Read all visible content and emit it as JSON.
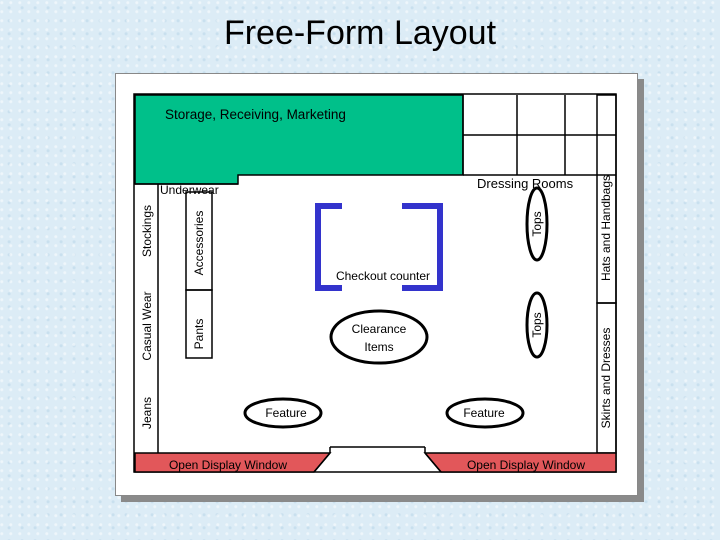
{
  "title": "Free-Form Layout",
  "colors": {
    "storage": "#00c08a",
    "display_window": "#e2575a",
    "checkout": "#3333cc",
    "outline": "#000000"
  },
  "labels": {
    "storage": "Storage, Receiving, Marketing",
    "underwear": "Underwear",
    "dressing_rooms": "Dressing Rooms",
    "stockings": "Stockings",
    "accessories": "Accessories",
    "casual_wear": "Casual Wear",
    "pants": "Pants",
    "jeans": "Jeans",
    "tops_upper": "Tops",
    "tops_lower": "Tops",
    "hats_handbags": "Hats and Handbags",
    "skirts_dresses": "Skirts and Dresses",
    "checkout_counter": "Checkout counter",
    "clearance_line1": "Clearance",
    "clearance_line2": "Items",
    "feature_left": "Feature",
    "feature_right": "Feature",
    "window_left": "Open Display Window",
    "window_right": "Open Display Window"
  }
}
